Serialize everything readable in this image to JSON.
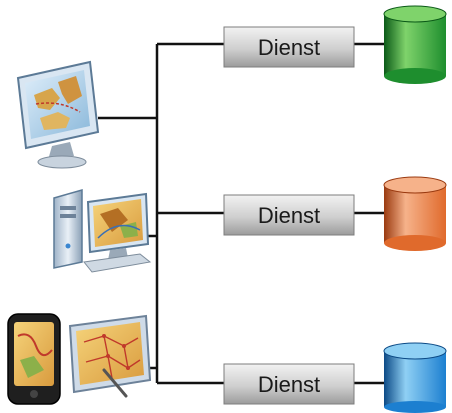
{
  "services": [
    {
      "label": "Dienst",
      "db_color": "#1e8e2e",
      "db_light": "#7fd36b",
      "db_dark": "#0b5a18"
    },
    {
      "label": "Dienst",
      "db_color": "#e06a2c",
      "db_light": "#f6b28a",
      "db_dark": "#9a3a10"
    },
    {
      "label": "Dienst",
      "db_color": "#1c7fd0",
      "db_light": "#8fd0f4",
      "db_dark": "#0c4a86"
    }
  ],
  "clients": [
    {
      "icon": "monitor-map-icon"
    },
    {
      "icon": "desktop-computer-map-icon"
    },
    {
      "icon": "mobile-tablet-map-icon"
    }
  ],
  "colors": {
    "line": "#111111",
    "box_light": "#e8e8e8",
    "box_dark": "#9a9a9a"
  }
}
